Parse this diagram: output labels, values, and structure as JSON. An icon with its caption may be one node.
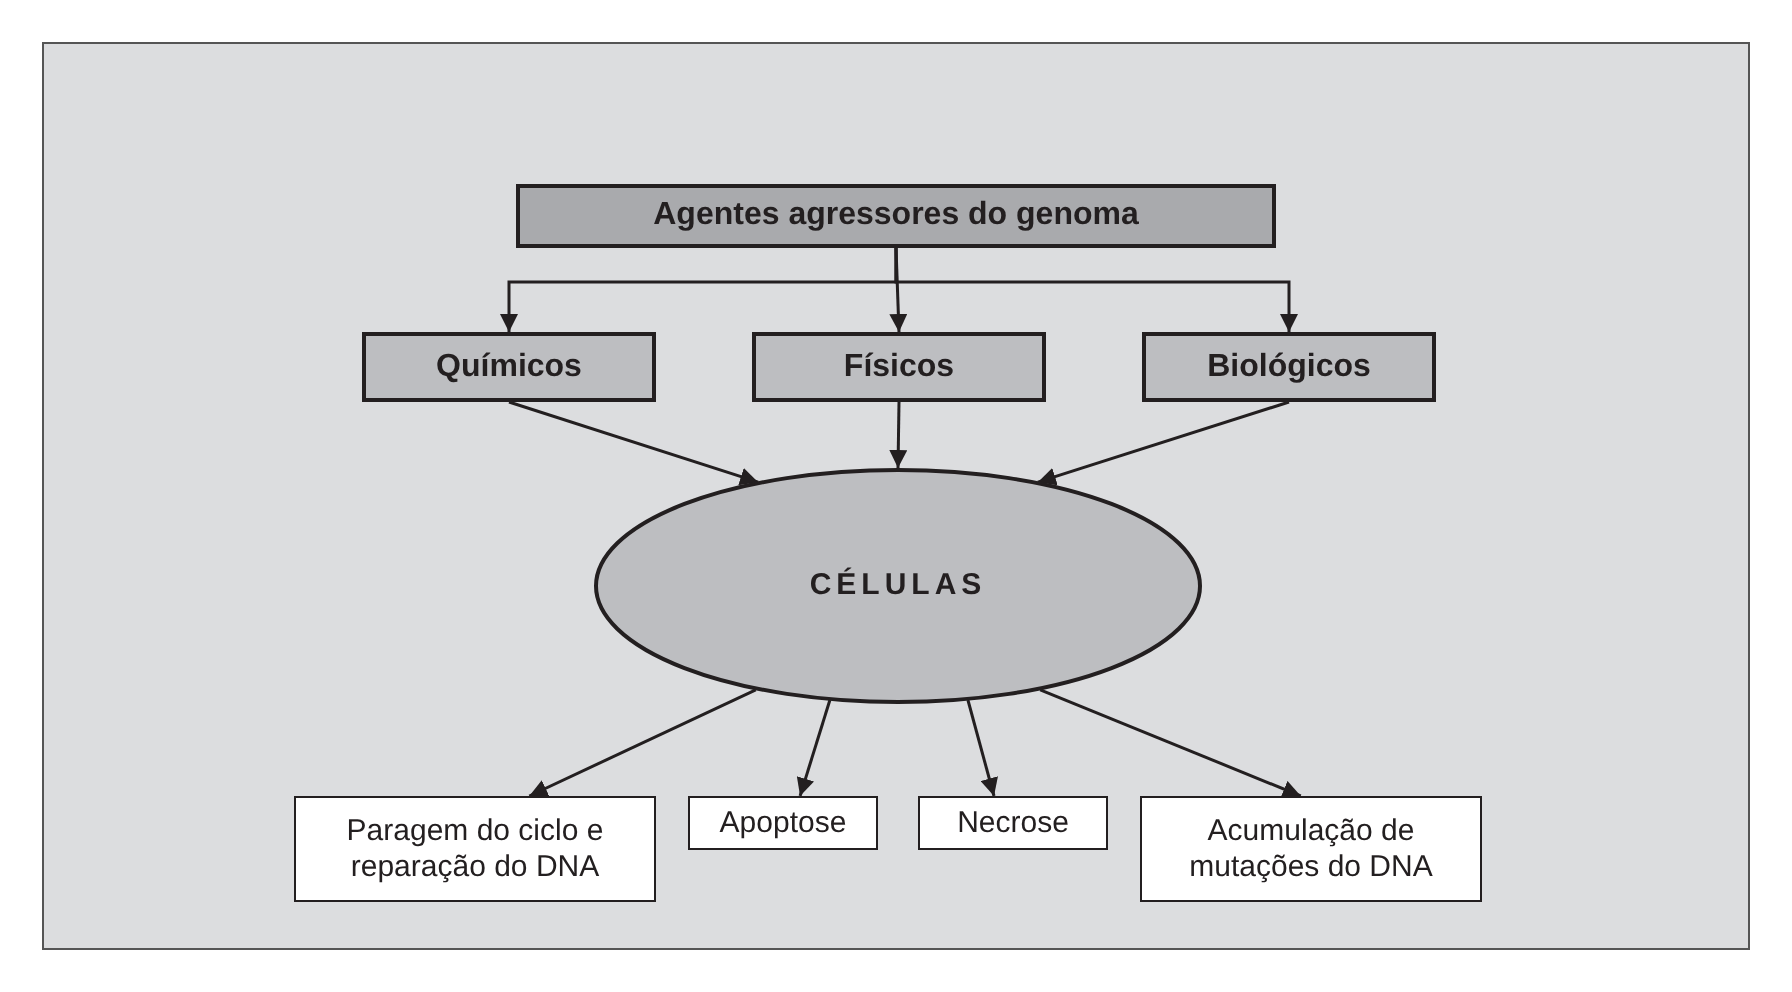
{
  "diagram": {
    "nodes": [
      {
        "text": [
          "Agentes agressores do genoma"
        ]
      },
      {
        "text": [
          "Químicos"
        ]
      },
      {
        "text": [
          "Físicos"
        ]
      },
      {
        "text": [
          "Biológicos"
        ]
      },
      {
        "text": [
          "CÉLULAS"
        ]
      },
      {
        "text": [
          "Paragem do ciclo e reparação do DNA"
        ]
      },
      {
        "text": [
          "Apoptose"
        ]
      },
      {
        "text": [
          "Necrose"
        ]
      },
      {
        "text": [
          "Acumulação de mutações do DNA"
        ]
      }
    ],
    "edges": [
      {
        "from": 0,
        "to": 1,
        "arrow": "to"
      },
      {
        "from": 0,
        "to": 2,
        "arrow": "to"
      },
      {
        "from": 0,
        "to": 3,
        "arrow": "to"
      },
      {
        "from": 1,
        "to": 4,
        "arrow": "to"
      },
      {
        "from": 2,
        "to": 4,
        "arrow": "to"
      },
      {
        "from": 3,
        "to": 4,
        "arrow": "to"
      },
      {
        "from": 4,
        "to": 5,
        "arrow": "to"
      },
      {
        "from": 4,
        "to": 6,
        "arrow": "to"
      },
      {
        "from": 4,
        "to": 7,
        "arrow": "to"
      },
      {
        "from": 4,
        "to": 8,
        "arrow": "to"
      }
    ]
  }
}
